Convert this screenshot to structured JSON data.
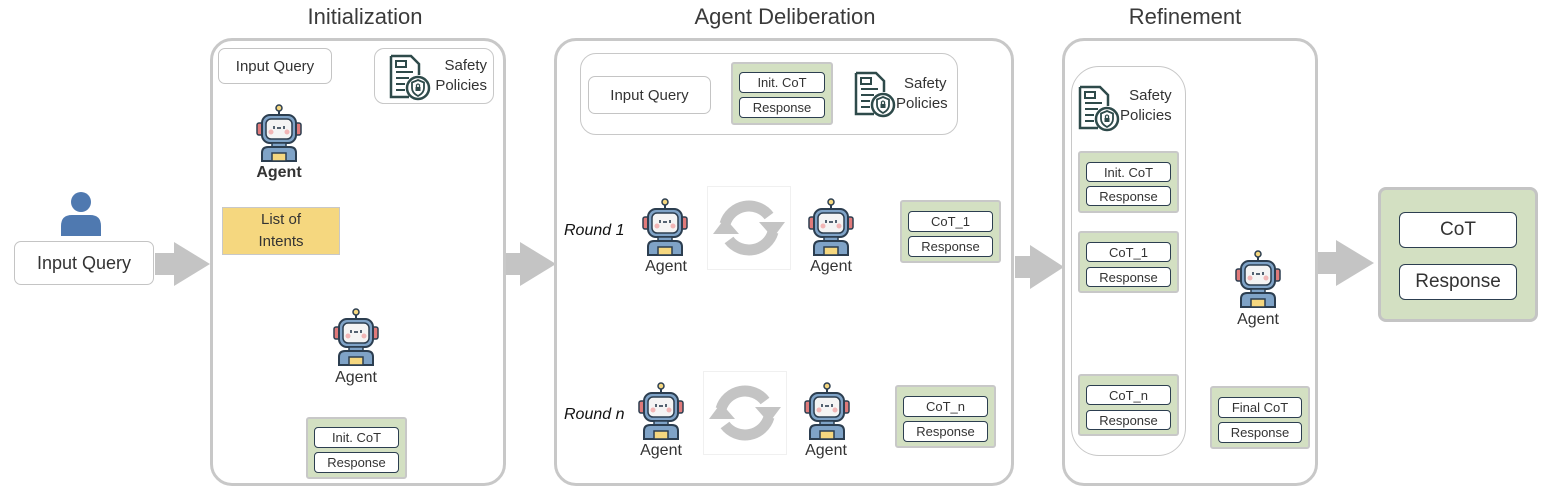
{
  "stages": {
    "initialization": {
      "title": "Initialization"
    },
    "deliberation": {
      "title": "Agent Deliberation"
    },
    "refinement": {
      "title": "Refinement"
    }
  },
  "user": {
    "icon": "user-icon",
    "input_label": "Input Query"
  },
  "initialization": {
    "input_query": "Input Query",
    "safety_policies": [
      "Safety",
      "Policies"
    ],
    "agent1_label": "Agent",
    "intents": [
      "List of",
      "Intents"
    ],
    "agent2_label": "Agent",
    "output": [
      "Init. CoT",
      "Response"
    ]
  },
  "deliberation": {
    "context": {
      "input_query": "Input Query",
      "init": [
        "Init. CoT",
        "Response"
      ],
      "safety_policies": [
        "Safety",
        "Policies"
      ]
    },
    "rounds": [
      {
        "label": "Round 1",
        "agent_a": "Agent",
        "agent_b": "Agent",
        "output": [
          "CoT_1",
          "Response"
        ]
      },
      {
        "label": "Round n",
        "agent_a": "Agent",
        "agent_b": "Agent",
        "output": [
          "CoT_n",
          "Response"
        ]
      }
    ]
  },
  "refinement": {
    "safety_policies": [
      "Safety",
      "Policies"
    ],
    "history": [
      [
        "Init. CoT",
        "Response"
      ],
      [
        "CoT_1",
        "Response"
      ],
      [
        "CoT_n",
        "Response"
      ]
    ],
    "agent_label": "Agent",
    "output": [
      "Final CoT",
      "Response"
    ]
  },
  "final_output": [
    "CoT",
    "Response"
  ],
  "colors": {
    "stage_border": "#c8c8c8",
    "arrow": "#c4c4c4",
    "green_box": "#d3e0c2",
    "intent_box": "#f5d77f",
    "user_blue": "#4f79b0",
    "policy_icon": "#2e4a4a"
  }
}
